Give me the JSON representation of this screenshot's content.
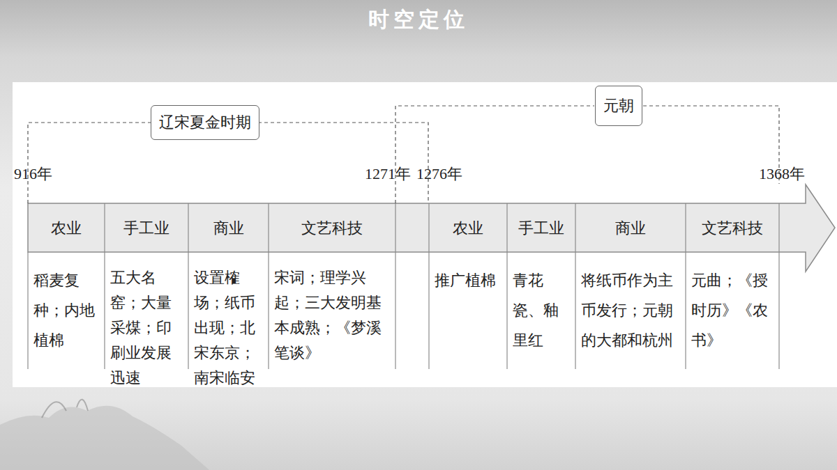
{
  "diagram": {
    "title": "时空定位",
    "nodes": [
      {
        "text": [
          "辽宋夏金时期"
        ]
      },
      {
        "text": [
          "元朝"
        ]
      }
    ],
    "labels": [
      "916年",
      "1271年",
      "1276年",
      "1368年",
      "农业",
      "手工业",
      "商业",
      "文艺科技",
      "农业",
      "手工业",
      "商业",
      "文艺科技",
      "稻麦复种；内地植棉",
      "五大名窑；大量采煤；印刷业发展迅速",
      "设置榷场；纸币出现；北宋东京；南宋临安",
      "宋词；理学兴起；三大发明基本成熟；《梦溪笔谈》",
      "推广植棉",
      "青花瓷、釉里红",
      "将纸币作为主币发行；元朝的大都和杭州",
      "元曲；《授时历》《农书》"
    ]
  }
}
